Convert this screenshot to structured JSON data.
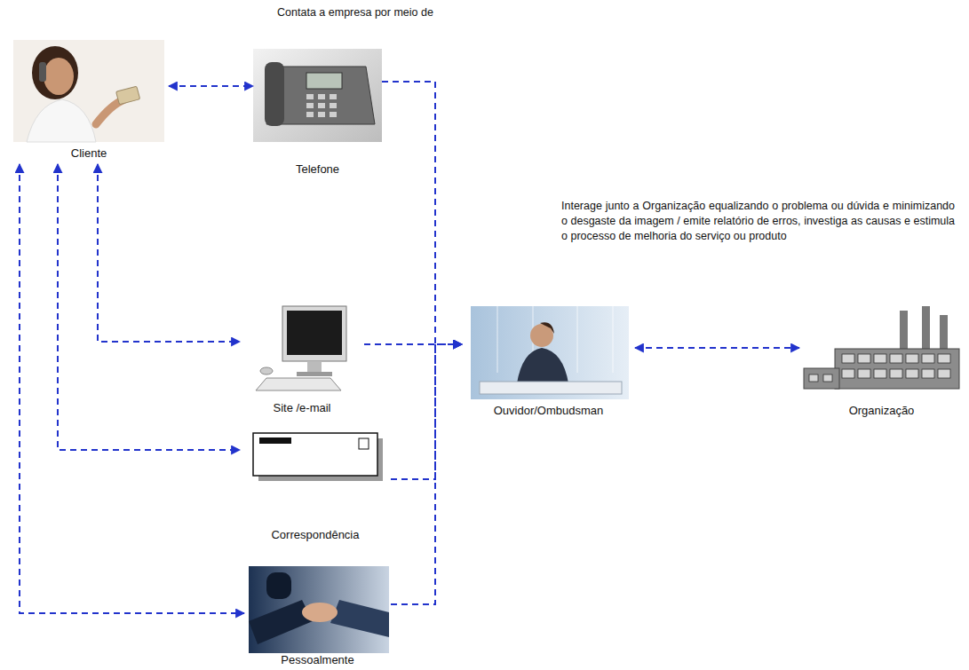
{
  "diagram": {
    "nodes": [
      {
        "text": [
          "Cliente"
        ]
      },
      {
        "text": [
          "Telefone"
        ]
      },
      {
        "text": [
          "Site /e-mail"
        ]
      },
      {
        "text": [
          "Correspondência"
        ]
      },
      {
        "text": [
          "Pessoalmente"
        ]
      },
      {
        "text": [
          "Ouvidor/Ombudsman"
        ]
      },
      {
        "text": [
          "Organização"
        ]
      }
    ],
    "edges": [
      {
        "from": 0,
        "to": 1,
        "arrow": "both"
      },
      {
        "from": 0,
        "to": 2,
        "arrow": "both"
      },
      {
        "from": 0,
        "to": 3,
        "arrow": "both"
      },
      {
        "from": 0,
        "to": 4,
        "arrow": "both"
      },
      {
        "from": 1,
        "to": 5,
        "arrow": "to"
      },
      {
        "from": 2,
        "to": 5,
        "arrow": "to"
      },
      {
        "from": 3,
        "to": 5,
        "arrow": "to"
      },
      {
        "from": 4,
        "to": 5,
        "arrow": "to"
      },
      {
        "from": 5,
        "to": 6,
        "arrow": "both"
      }
    ],
    "labels": [
      "Contata a empresa por meio de",
      "Interage junto a Organização equalizando o problema ou dúvida e minimizando o desgaste da imagem / emite relatório de erros, investiga as causas e estimula o processo de melhoria do serviço ou produto"
    ]
  }
}
